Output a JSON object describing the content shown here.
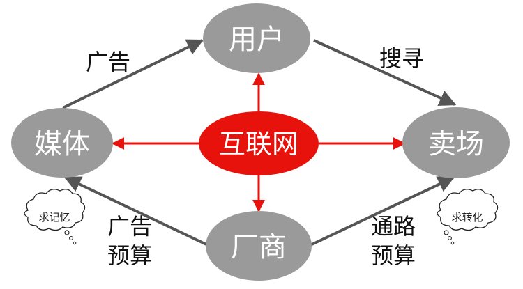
{
  "nodes": {
    "user": {
      "label": "用户"
    },
    "media": {
      "label": "媒体"
    },
    "internet": {
      "label": "互联网"
    },
    "market": {
      "label": "卖场"
    },
    "manufacturer": {
      "label": "厂商"
    }
  },
  "edges": {
    "media_to_user": {
      "label": "广告"
    },
    "user_to_market": {
      "label": "搜寻"
    },
    "manufacturer_to_media": {
      "label_line1": "广告",
      "label_line2": "预算"
    },
    "manufacturer_to_market": {
      "label_line1": "通路",
      "label_line2": "预算"
    }
  },
  "bubbles": {
    "left": {
      "text": "求记忆"
    },
    "right": {
      "text": "求转化"
    }
  },
  "colors": {
    "node_gray": "#9a9a9a",
    "internet_red": "#e8120c",
    "gray_arrow": "#555555",
    "red_arrow": "#e8120c"
  }
}
